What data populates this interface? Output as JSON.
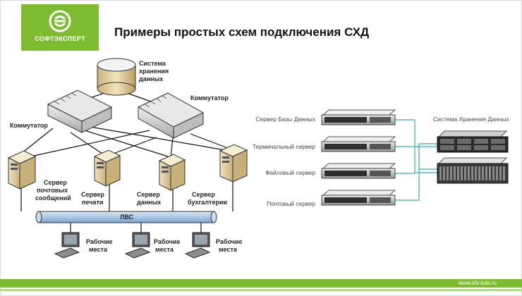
{
  "logo": {
    "name": "СОФТЭКСПЕРТ",
    "icon": "softexpert-logo-icon"
  },
  "title": "Примеры простых схем подключения СХД",
  "left_diagram": {
    "storage": [
      "Система",
      "хранения",
      "данных"
    ],
    "switch_right": "Коммутатор",
    "switch_left": "Коммутатор",
    "server_mail": [
      "Сервер",
      "почтовых",
      "сообщений"
    ],
    "server_print": [
      "Сервер",
      "печати"
    ],
    "server_data": [
      "Сервер",
      "данных"
    ],
    "server_acc": [
      "Сервер",
      "бухгалтерии"
    ],
    "lan": "ЛВС",
    "workstations": [
      "Рабочие",
      "места"
    ]
  },
  "right_diagram": {
    "servers": [
      "Сервер Базы Данных",
      "Терминальный сервер",
      "Файловый сервер",
      "Почтовый сервер"
    ],
    "storage_label": "Система Хранения Данных"
  },
  "footer": {
    "url": "www.sfx-tula.ru"
  },
  "colors": {
    "brand_green": "#7dbb31",
    "link_teal": "#3ba7b8",
    "lan_blue": "#a9c9e3"
  }
}
